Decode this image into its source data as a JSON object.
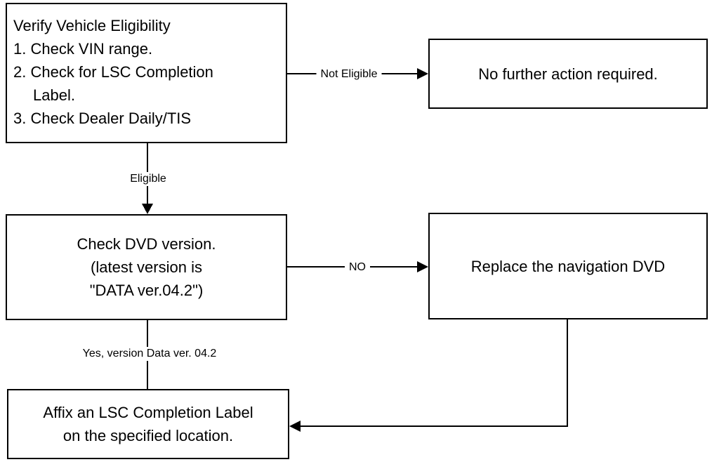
{
  "diagram": {
    "background_color": "#ffffff",
    "line_color": "#000000",
    "nodes": {
      "verify_eligibility": {
        "lines": [
          "Verify Vehicle Eligibility",
          "1. Check VIN range.",
          "2. Check for LSC Completion",
          "Label.",
          "3. Check Dealer Daily/TIS"
        ]
      },
      "no_action": {
        "lines": [
          "No further action required."
        ]
      },
      "check_dvd": {
        "lines": [
          "Check DVD version.",
          "(latest version is",
          "\"DATA ver.04.2\")"
        ]
      },
      "replace_dvd": {
        "lines": [
          "Replace the navigation DVD"
        ]
      },
      "affix_label": {
        "lines": [
          "Affix an LSC Completion Label",
          "on the specified location."
        ]
      }
    },
    "edges": {
      "not_eligible_label": "Not Eligible",
      "eligible_label": "Eligible",
      "no_label": "NO",
      "yes_label": "Yes, version Data ver. 04.2"
    }
  }
}
